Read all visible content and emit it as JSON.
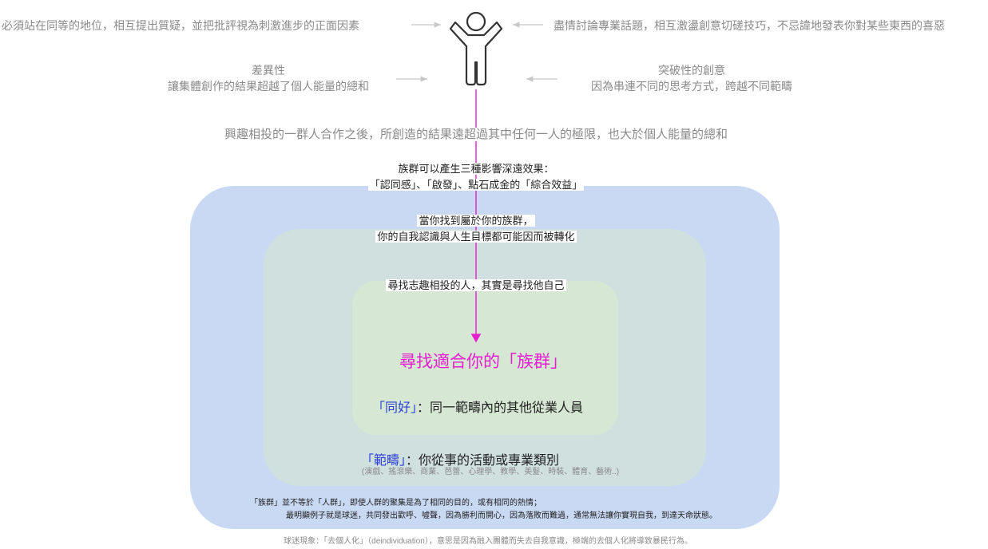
{
  "top": {
    "left_text": "必須站在同等的地位，相互提出質疑，並把批評視為刺激進步的正面因素",
    "right_text": "盡情討論專業話題，相互激盪創意切磋技巧，不忌諱地發表你對某些東西的喜惡"
  },
  "mid_left": {
    "title": "差異性",
    "body": "讓集體創作的結果超越了個人能量的總和"
  },
  "mid_right": {
    "title": "突破性的創意",
    "body": "因為串連不同的思考方式，跨越不同範疇"
  },
  "summary_line": "興趣相投的一群人合作之後，所創造的結果遠超過其中任何一人的極限，也大於個人能量的總和",
  "tribe_effects": {
    "line1": "族群可以產生三種影響深遠效果：",
    "line2": "「認同感」、「啟發」、點石成金的「綜合效益」"
  },
  "find_tribe": {
    "line1": "當你找到屬於你的族群，",
    "line2": "你的自我認識與人生目標都可能因而被轉化"
  },
  "seek_self": "尋找志趣相投的人，其實是尋找他自己",
  "main_title": "尋找適合你的「族群」",
  "peers": {
    "term": "「同好」",
    "desc": "：同一範疇內的其他從業人員"
  },
  "domain": {
    "term": "「範疇」",
    "desc": "：你從事的活動或專業類別",
    "examples": "(演戲、搖滾樂、商業、芭蕾、心理學、教學、美髮、時裝、體育、藝術..)"
  },
  "note": {
    "line1": "「族群」並不等於「人群」，即使人群的聚集是為了相同的目的，或有相同的熱情；",
    "line2": "最明顯例子就是球迷，共同發出歡呼、噓聲，因為勝利而開心，因為落敗而難過，通常無法讓你實現自我，到達天命狀態。"
  },
  "footnote": "球迷現象：「去個人化」（deindividuation），意思是因為融入團體而失去自我意識，極端的去個人化將導致暴民行為。",
  "colors": {
    "outer": "#c9d9f4",
    "middle": "#d0e0df",
    "inner": "#d6e8d3",
    "arrow": "#e51fd1",
    "term_blue": "#2b3fd8"
  },
  "icons": {
    "figure": "person-arms-raised-icon"
  }
}
